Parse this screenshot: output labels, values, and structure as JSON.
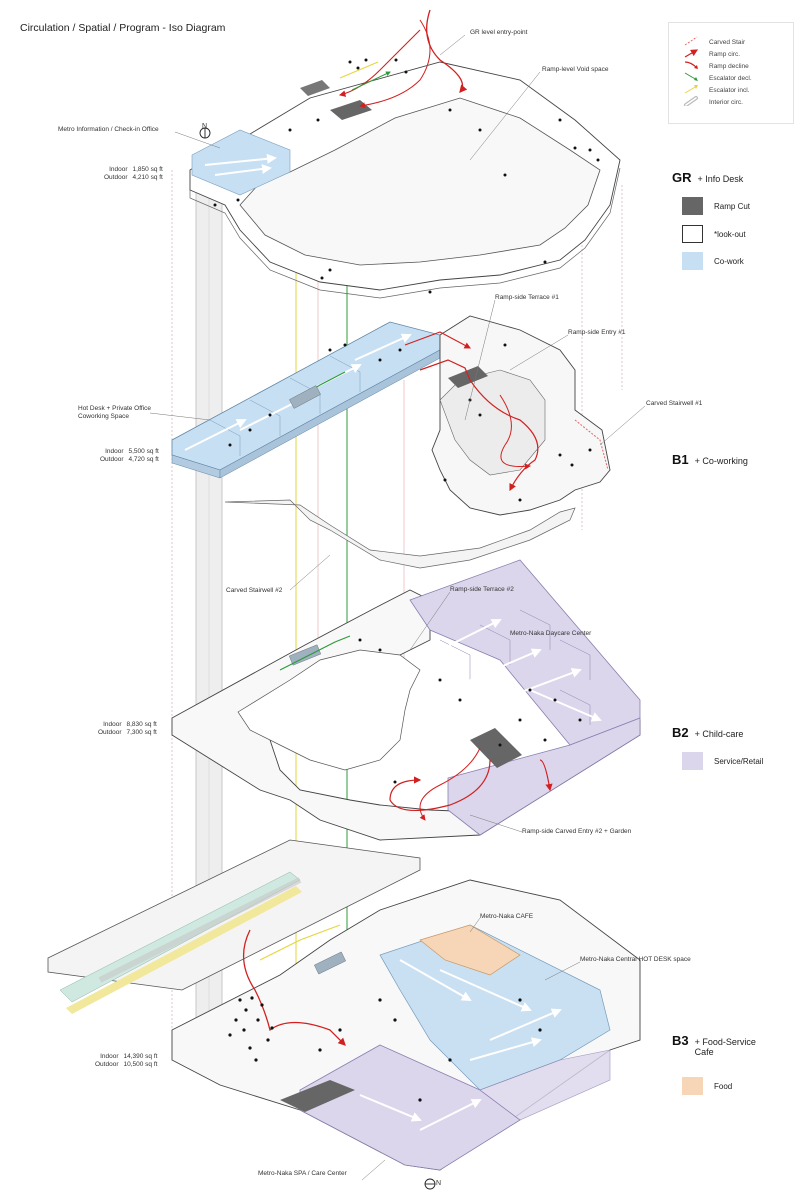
{
  "title": "Circulation / Spatial / Program - Iso Diagram",
  "legend": {
    "items": [
      {
        "label": "Carved Stair",
        "color": "#e06a6a",
        "icon": "dashed-red-line"
      },
      {
        "label": "Ramp circ.",
        "color": "#d22020",
        "icon": "red-arrow"
      },
      {
        "label": "Ramp decline",
        "color": "#d22020",
        "icon": "red-curved-arrow"
      },
      {
        "label": "Escalator decl.",
        "color": "#2f9a3a",
        "icon": "green-arrow"
      },
      {
        "label": "Escalator incl.",
        "color": "#e4d63a",
        "icon": "yellow-arrow"
      },
      {
        "label": "Interior circ.",
        "color": "#bbbbbb",
        "icon": "grey-thick-arrow"
      }
    ]
  },
  "levels": [
    {
      "code": "GR",
      "desc": "+ Info Desk",
      "key": [
        {
          "label": "Ramp Cut",
          "color": "#666666"
        },
        {
          "label": "*look-out",
          "color": "#ffffff"
        },
        {
          "label": "Co-work",
          "color": "#c7dff2"
        }
      ]
    },
    {
      "code": "B1",
      "desc": "+ Co-working"
    },
    {
      "code": "B2",
      "desc": "+ Child-care",
      "key": [
        {
          "label": "Service/Retail",
          "color": "#dcd6ec"
        }
      ]
    },
    {
      "code": "B3",
      "desc": "+ Food-Service",
      "desc2": "Cafe",
      "key": [
        {
          "label": "Food",
          "color": "#f6d6b6"
        }
      ]
    }
  ],
  "areas": [
    {
      "indoor_label": "Indoor",
      "indoor": "1,850 sq ft",
      "outdoor_label": "Outdoor",
      "outdoor": "4,210 sq ft"
    },
    {
      "indoor_label": "Indoor",
      "indoor": "5,500 sq ft",
      "outdoor_label": "Outdoor",
      "outdoor": "4,720 sq ft"
    },
    {
      "indoor_label": "Indoor",
      "indoor": "8,830 sq ft",
      "outdoor_label": "Outdoor",
      "outdoor": "7,300 sq ft"
    },
    {
      "indoor_label": "Indoor",
      "indoor": "14,390 sq ft",
      "outdoor_label": "Outdoor",
      "outdoor": "10,500 sq ft"
    }
  ],
  "annotations": {
    "gr_entry": "GR level entry-point",
    "ramp_void": "Ramp-level Void space",
    "metro_info": "Metro Information / Check-in Office",
    "ramp_terrace_1": "Ramp-side Terrace #1",
    "ramp_entry_1": "Ramp-side Entry #1",
    "hot_desk_1": "Hot Desk + Private Office",
    "hot_desk_2": "Coworking Space",
    "carved_stair_1": "Carved Stairwell #1",
    "carved_stair_2": "Carved Stairwell #2",
    "ramp_terrace_2": "Ramp-side Terrace #2",
    "daycare": "Metro-Naka   Daycare Center",
    "ramp_carved_entry": "Ramp-side Carved Entry #2  + Garden",
    "cafe": "Metro-Naka   CAFE",
    "central_hot_desk": "Metro-Naka   Central HOT DESK space",
    "spa": "Metro-Naka   SPA / Care Center"
  },
  "north_label": "N",
  "colors": {
    "cowork": "#c7dff2",
    "service": "#dcd6ec",
    "food": "#f6d6b6",
    "ramp_cut": "#666666",
    "ramp": "#d22020",
    "escalator_down": "#2f9a3a",
    "escalator_up": "#e4d63a",
    "stair": "#e06a6a"
  }
}
